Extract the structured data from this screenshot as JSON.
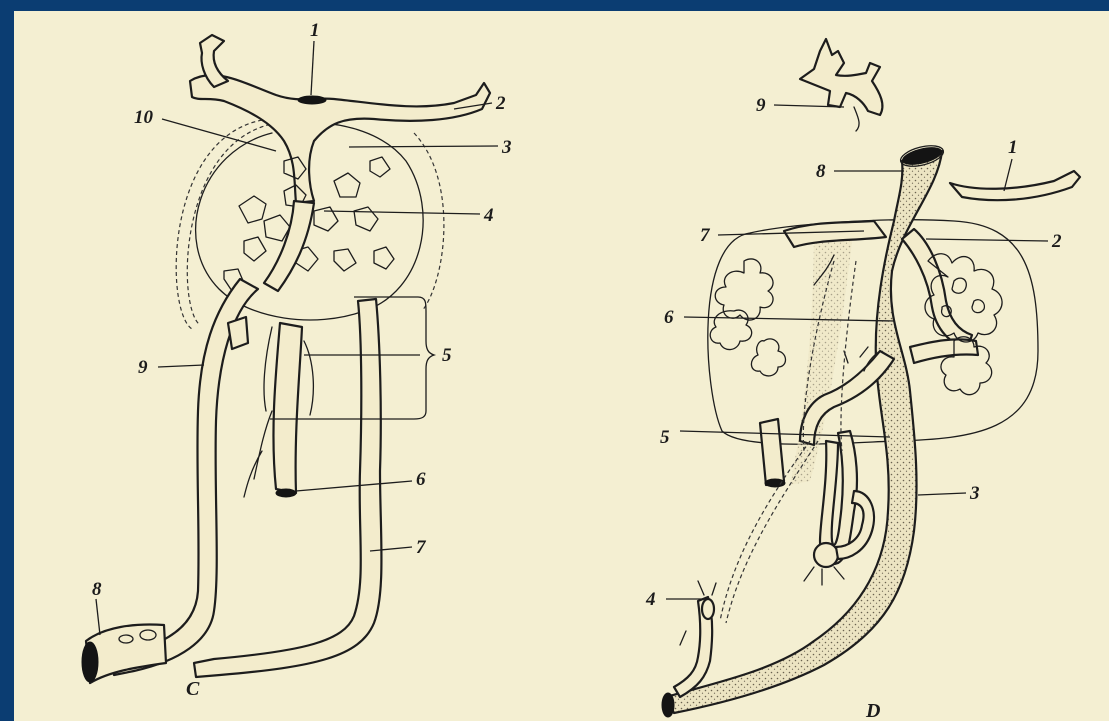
{
  "left_figure": {
    "caption": "C",
    "labels": [
      "1",
      "2",
      "3",
      "4",
      "5",
      "6",
      "7",
      "8",
      "9",
      "10"
    ]
  },
  "right_figure": {
    "caption": "D",
    "labels": [
      "1",
      "2",
      "3",
      "4",
      "5",
      "6",
      "7",
      "8",
      "9"
    ]
  },
  "colors": {
    "frame": "#0b3d72",
    "paper": "#f4efd2",
    "ink": "#1d1d1d"
  }
}
